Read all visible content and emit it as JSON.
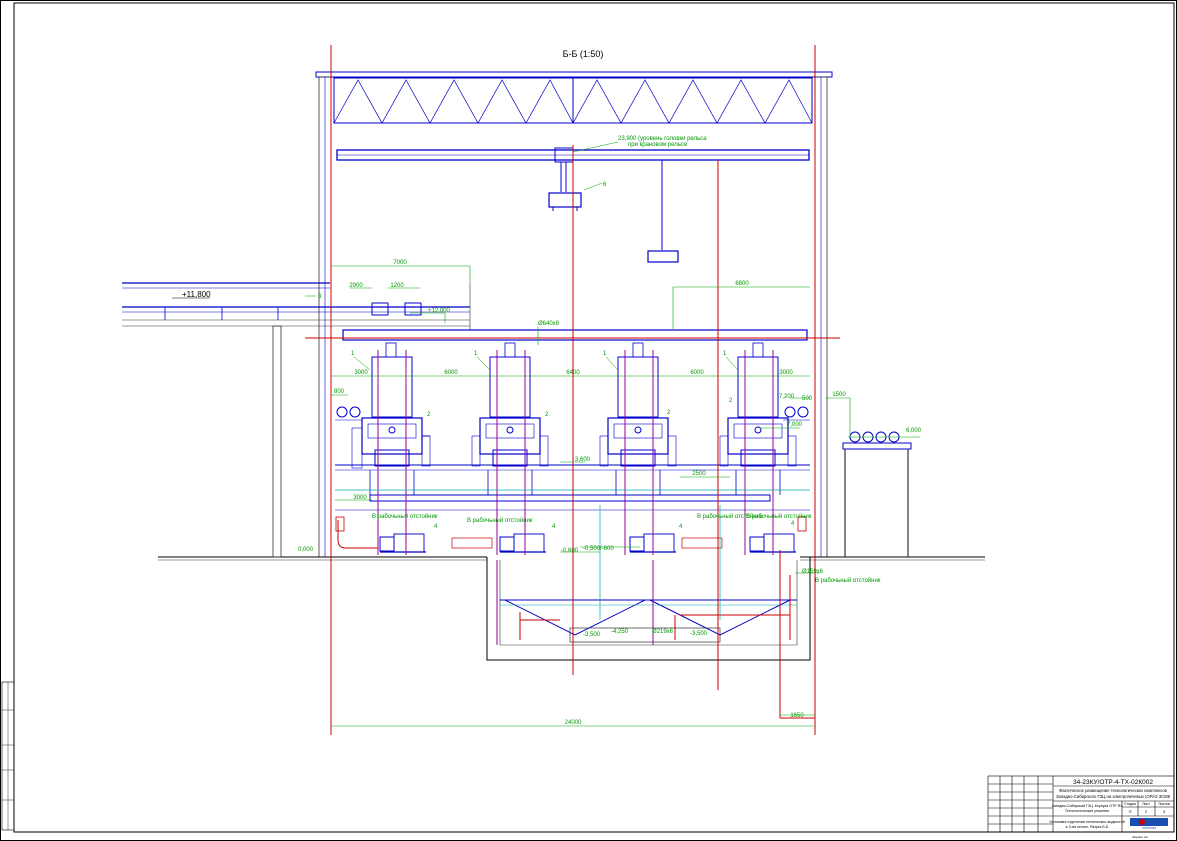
{
  "section_title": "Б-Б (1:50)",
  "level_mark_main": "+11,800",
  "level_mark_conv": "+12,000",
  "level_zero": "0,000",
  "level_minus_06": "-0,600",
  "level_pit": "-0,500/-600",
  "level_pit_low": "-3,500",
  "level_pit_low2": "-4,250",
  "level_pit_low3": "-3,500",
  "level_right_platform": "6,000",
  "level_right_bracket": "7,200",
  "level_right_bracket2": "7,000",
  "level_left_bracket": "3,600",
  "level_mid_platform": "3,600",
  "crane_note_line1": "23,900 (уровень головки рельса",
  "crane_note_line2": "при крановом рельсе",
  "dim_7000": "7000",
  "dim_2900": "2900",
  "dim_1200": "1200",
  "dim_6800": "6800",
  "dim_3000_left": "3000",
  "dim_6000_a": "6000",
  "dim_6400": "6400",
  "dim_6000_b": "6000",
  "dim_3000_right": "3000",
  "dim_800": "800",
  "dim_1500": "1500",
  "dim_500": "500",
  "dim_2500": "2500",
  "dim_3000_bottom": "3000",
  "dim_24000": "24000",
  "dim_1650": "1650",
  "pipe_label_top": "Ø640x8",
  "pipe_label_pit": "Ø219x6",
  "pipe_label_pit2": "Ø159x6",
  "callout_1": "1",
  "callout_2": "2",
  "callout_3": "3",
  "callout_4": "4",
  "callout_6": "6",
  "note_to_settler_1": "В рабочьный отстойник",
  "note_to_settler_2": "В рабочьный отстойник",
  "note_to_settler_3": "В рабочьный отстойник",
  "note_to_settler_4": "В рабочьный отстойник",
  "note_to_settler_5": "В рабочьный отстойник",
  "title_block": {
    "doc_code": "34-23КУ/ОТР-4-ТХ-02К002",
    "description_line1": "Фактическое размещение технологических комплексов",
    "description_line2": "Западно-Сибирского ГЗЦ на электропечевых (ОРАЗ ЗСМК",
    "project_line1": "Западно-Сибирский ГЗЦ. Корпуса ОТР Ф4",
    "project_line2": "Технологические решения",
    "sheet_name_line1": "Установка отделения технических жидкостей",
    "sheet_name_line2": "в 3-хм отсеке. Разрез Б-Б",
    "stage_label": "Стадия",
    "sheet_label": "Лист",
    "sheets_label": "Листов",
    "stage_value": "П",
    "sheet_value": "2",
    "sheets_value": "3",
    "company": "ГИПРОМЕЗ",
    "format": "Формат А3"
  },
  "colors": {
    "structure": "#0000cc",
    "dimension": "#00aa00",
    "axis": "#cc0000",
    "magenta": "#990099",
    "cyan": "#00aaaa"
  }
}
